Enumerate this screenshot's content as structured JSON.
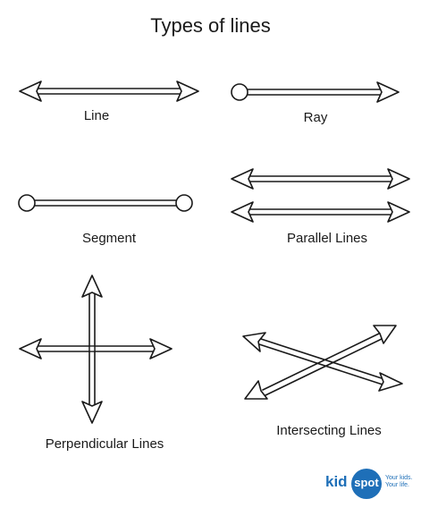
{
  "title": "Types of lines",
  "labels": {
    "line": "Line",
    "ray": "Ray",
    "segment": "Segment",
    "parallel": "Parallel Lines",
    "perpendicular": "Perpendicular Lines",
    "intersecting": "Intersecting Lines"
  },
  "logo": {
    "kid": "kid",
    "spot": "spot",
    "tagline_1": "Your kids.",
    "tagline_2": "Your life."
  },
  "colors": {
    "stroke": "#1a1a1a",
    "brand": "#1e6fb8"
  }
}
